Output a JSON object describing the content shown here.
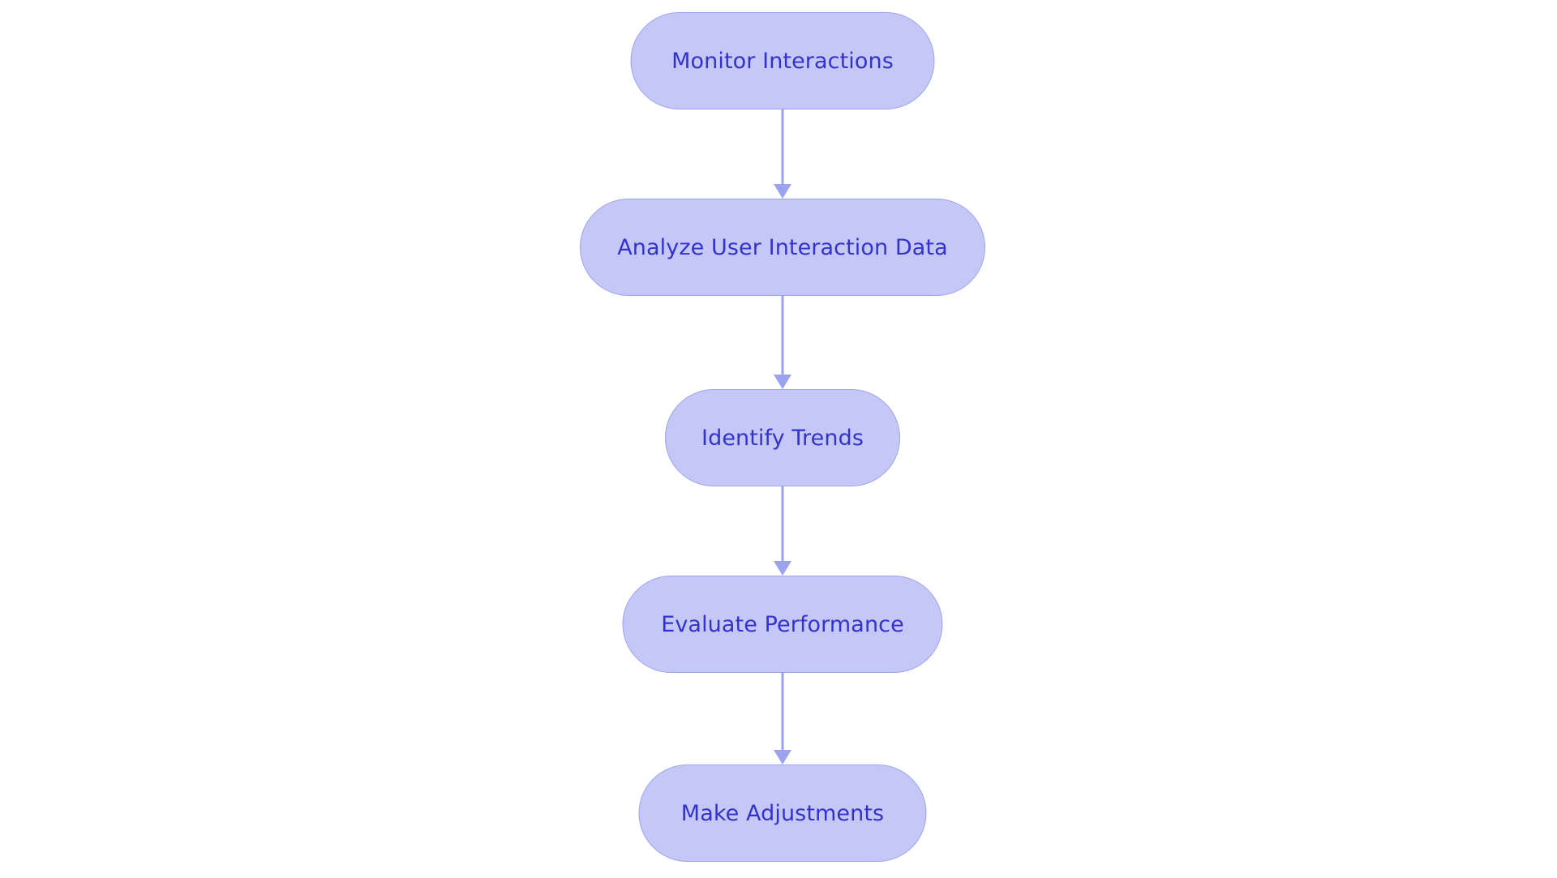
{
  "diagram": {
    "type": "flowchart",
    "orientation": "top-to-bottom",
    "background_color": "#FFFFFF",
    "node_fill_color": "#C5C8F7",
    "node_border_color": "#9BA3EE",
    "node_text_color": "#3333CC",
    "connector_color": "#9BA3EE",
    "nodes": [
      {
        "id": "monitor-interactions",
        "label": "Monitor Interactions"
      },
      {
        "id": "analyze-user-interaction-data",
        "label": "Analyze User Interaction Data"
      },
      {
        "id": "identify-trends",
        "label": "Identify Trends"
      },
      {
        "id": "evaluate-performance",
        "label": "Evaluate Performance"
      },
      {
        "id": "make-adjustments",
        "label": "Make Adjustments"
      }
    ],
    "edges": [
      {
        "from": "monitor-interactions",
        "to": "analyze-user-interaction-data",
        "label": ""
      },
      {
        "from": "analyze-user-interaction-data",
        "to": "identify-trends",
        "label": ""
      },
      {
        "from": "identify-trends",
        "to": "evaluate-performance",
        "label": ""
      },
      {
        "from": "evaluate-performance",
        "to": "make-adjustments",
        "label": ""
      }
    ]
  }
}
